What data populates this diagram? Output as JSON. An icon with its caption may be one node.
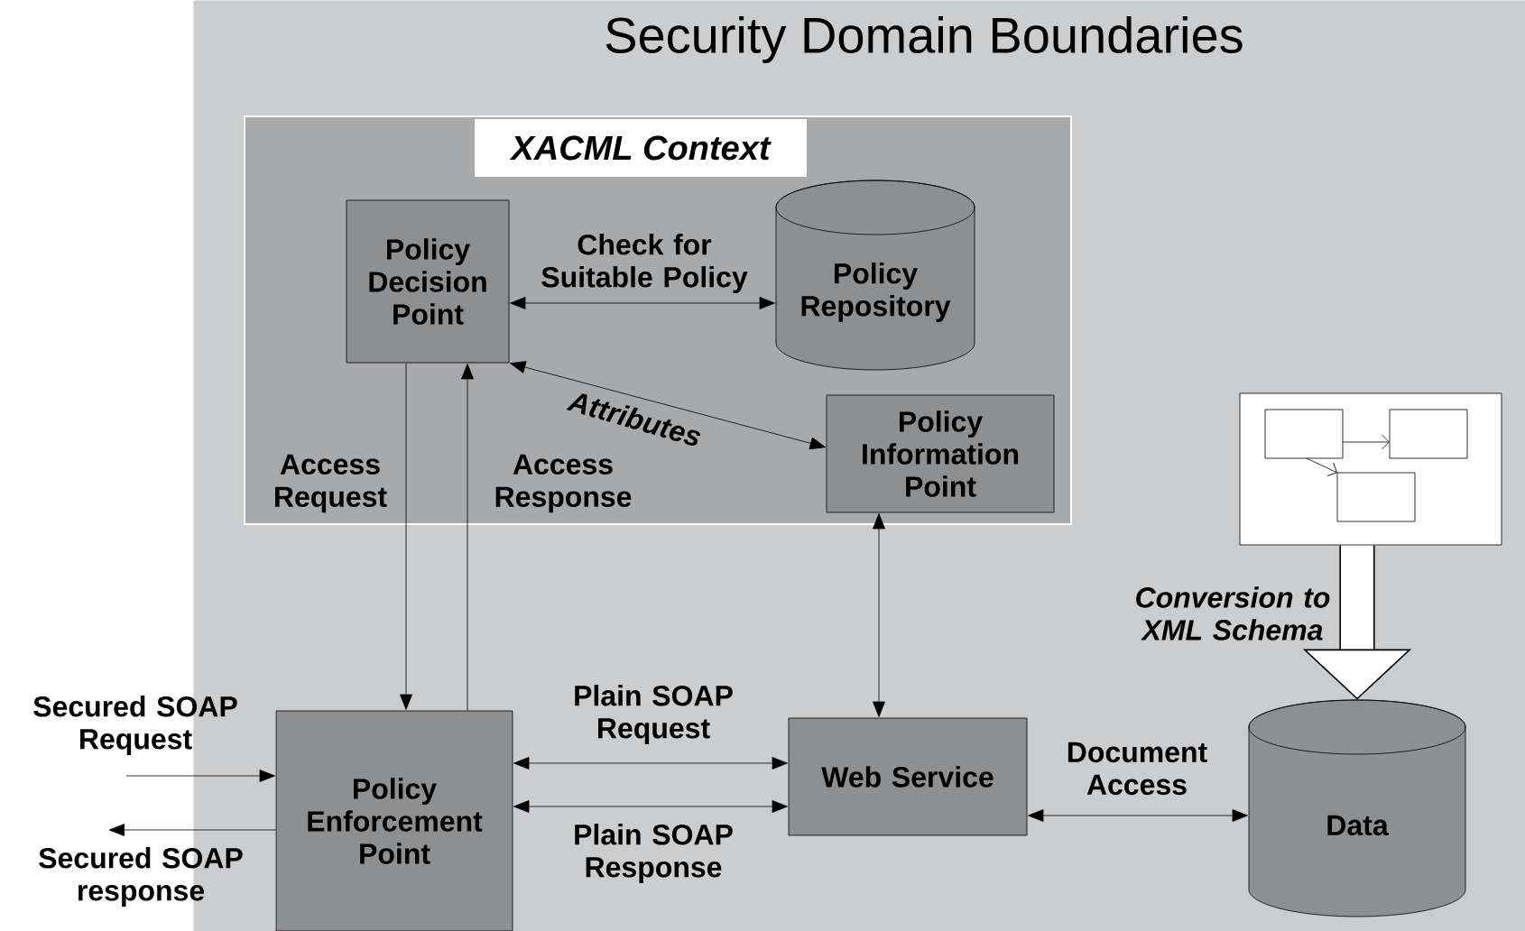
{
  "diagram": {
    "nodes": [
      {
        "text": [
          "Security Domain Boundaries"
        ]
      },
      {
        "text": [
          "XACML Context"
        ],
        "in": 0
      },
      {
        "text": [
          "Policy Decision Point"
        ],
        "in": 1
      },
      {
        "text": [
          "Policy Repository"
        ],
        "in": 1
      },
      {
        "text": [
          "Policy Information Point"
        ],
        "in": 1
      },
      {
        "text": [
          "Policy Enforcement Point"
        ],
        "in": 0
      },
      {
        "text": [
          "Web Service"
        ],
        "in": 0
      },
      {
        "text": [
          "Data"
        ],
        "in": 0
      },
      {
        "text": [],
        "shape": "picture",
        "in": 0
      }
    ],
    "edges": [
      {
        "from": 2,
        "to": 5,
        "arrow": "to",
        "label": "Access Request"
      },
      {
        "from": 5,
        "to": 2,
        "arrow": "to",
        "label": "Access Response"
      },
      {
        "from": 2,
        "to": 3,
        "arrow": "both",
        "label": "Check for Suitable Policy"
      },
      {
        "from": 2,
        "to": 4,
        "arrow": "both",
        "label": "Attributes"
      },
      {
        "from": 4,
        "to": 6,
        "arrow": "both"
      },
      {
        "from": null,
        "to": 5,
        "arrow": "to",
        "label": "Secured SOAP Request"
      },
      {
        "from": 5,
        "to": null,
        "arrow": "to",
        "label": "Secured SOAP response"
      },
      {
        "from": 5,
        "to": 6,
        "arrow": "both",
        "label": "Plain SOAP Request"
      },
      {
        "from": 5,
        "to": 6,
        "arrow": "both",
        "label": "Plain SOAP Response"
      },
      {
        "from": 6,
        "to": 7,
        "arrow": "both",
        "label": "Document Access"
      },
      {
        "from": 8,
        "to": 7,
        "arrow": "to",
        "style": "thick",
        "label": "Conversion to XML Schema"
      }
    ]
  }
}
